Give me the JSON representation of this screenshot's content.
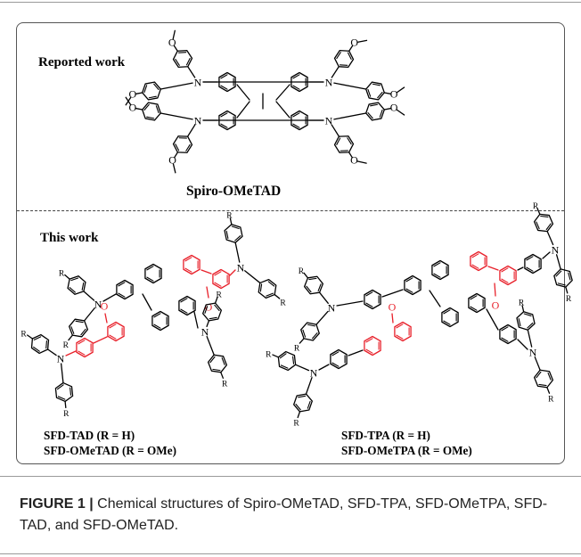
{
  "top_panel": {
    "section_label": "Reported work",
    "compound_label": "Spiro-OMeTAD"
  },
  "bottom_panel": {
    "section_label": "This work",
    "left_compound": {
      "line1": "SFD-TAD (R = H)",
      "line2": "SFD-OMeTAD (R = OMe)"
    },
    "right_compound": {
      "line1": "SFD-TPA (R = H)",
      "line2": "SFD-OMeTPA (R = OMe)"
    }
  },
  "atoms": {
    "nitrogen": "N",
    "oxygen": "O",
    "substituent": "R"
  },
  "colors": {
    "bond": "#000000",
    "highlight": "#e8202a"
  },
  "caption": {
    "lead": "FIGURE 1 |",
    "text": " Chemical structures of Spiro-OMeTAD, SFD-TPA, SFD-OMeTPA, SFD-TAD, and SFD-OMeTAD."
  }
}
